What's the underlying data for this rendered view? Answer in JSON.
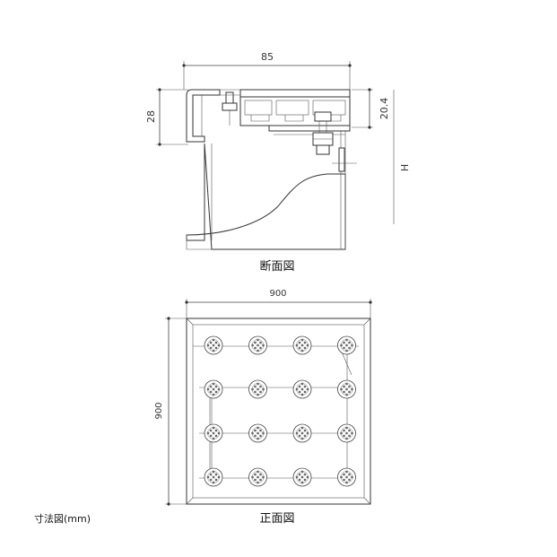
{
  "section": {
    "caption": "断面図",
    "dim_width": "85",
    "dim_height": "28",
    "dim_small": "20.4",
    "dim_h": "H"
  },
  "front": {
    "caption": "正面図",
    "dim_width": "900",
    "dim_height": "900",
    "grid_rows": 4,
    "grid_cols": 4
  },
  "units_note": "寸法図(mm)"
}
